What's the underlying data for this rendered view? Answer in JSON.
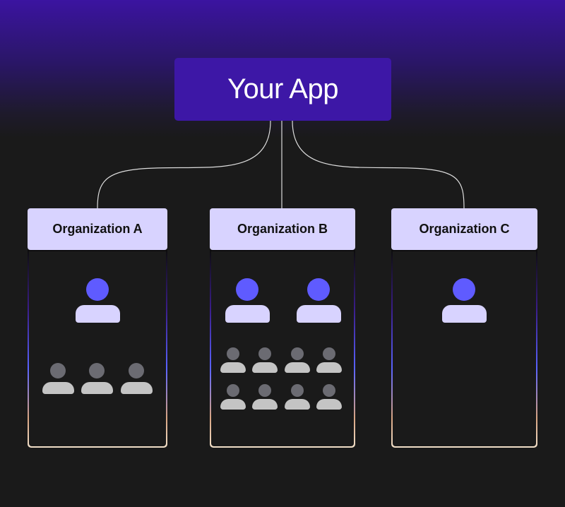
{
  "app": {
    "title": "Your App"
  },
  "organizations": [
    {
      "name": "Organization A",
      "admins": 1,
      "members": 3
    },
    {
      "name": "Organization B",
      "admins": 2,
      "members": 8
    },
    {
      "name": "Organization C",
      "admins": 1,
      "members": 0
    }
  ],
  "colors": {
    "app": "#3d17a6",
    "org_header": "#d8d3ff",
    "admin_head": "#5f5bff",
    "admin_body": "#d8d3ff",
    "member_head": "#6b6b72",
    "member_body": "#c4c4c4"
  }
}
